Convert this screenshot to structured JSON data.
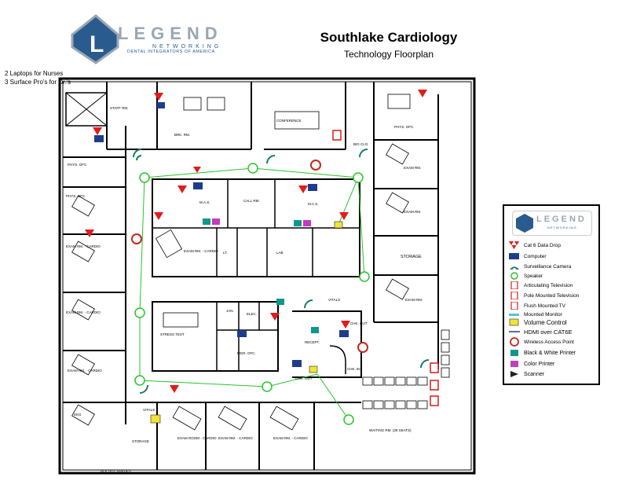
{
  "header": {
    "title": "Southlake Cardiology",
    "subtitle": "Technology Floorplan"
  },
  "logo": {
    "brand": "LEGEND",
    "sub": "NETWORKING",
    "tagline": "DENTAL INTEGRATORS OF AMERICA"
  },
  "notes": [
    "2 Laptops for Nurses",
    "3 Surface Pro's for Dr.'s"
  ],
  "legend": {
    "brand": "LEGEND",
    "sub": "NETWORKING",
    "items": [
      {
        "icon": "data-drop-icon",
        "label": "Cat 6 Data Drop"
      },
      {
        "icon": "computer-icon",
        "label": "Computer"
      },
      {
        "icon": "surveillance-camera-icon",
        "label": "Surveillance Camera"
      },
      {
        "icon": "speaker-icon",
        "label": "Speaker"
      },
      {
        "icon": "articulating-tv-icon",
        "label": "Articulating Television"
      },
      {
        "icon": "pole-mounted-tv-icon",
        "label": "Pole Mounted Television"
      },
      {
        "icon": "flush-mounted-tv-icon",
        "label": "Flush Mounted TV"
      },
      {
        "icon": "mounted-monitor-icon",
        "label": "Mounted Monitor"
      },
      {
        "icon": "volume-control-icon",
        "label": "Volume Control"
      },
      {
        "icon": "hdmi-over-cat6e-icon",
        "label": "HDMI over CAT6E"
      },
      {
        "icon": "wireless-access-point-icon",
        "label": "Wireless Access Point"
      },
      {
        "icon": "bw-printer-icon",
        "label": "Black & White Printer"
      },
      {
        "icon": "color-printer-icon",
        "label": "Color Printer"
      },
      {
        "icon": "scanner-icon",
        "label": "Scanner"
      }
    ]
  },
  "rooms": {
    "staff_rm": "STAFF RM.",
    "brk_rm": "BRK. RM.",
    "conference": "CONFERENCE",
    "phys_ofc_1": "PHYS. OFC.",
    "phys_ofc_2": "PHYS. OFC.",
    "phys_ofc_3": "PHYS. OFC.",
    "big_clo": "BIG CLO.",
    "exam_rm_1": "EXAM RM.",
    "exam_rm_2": "EXAM RM.",
    "storage_1": "STORAGE",
    "exam_rm_3": "EXAM RM.",
    "exam_cardio_1": "EXAM RM. - CARDIO",
    "exam_cardio_2": "EXAM RM. - CARDIO",
    "exam_cardio_3": "EXAM RM. - CARDIO",
    "ekg": "EKG",
    "mas_1": "M.A.S.",
    "mas_2": "M.A.S.",
    "call_rm": "CALL RM.",
    "exam_cardio_center": "EXAM RM. - CARDIO",
    "lt": "LT.",
    "lab": "LAB",
    "stress_test": "STRESS TEST",
    "jan": "JAN.",
    "elec": "ELEC.",
    "mgr_ofc": "MGR. OFC.",
    "recept": "RECEPT.",
    "chk_out_1": "CHK. OUT",
    "chk_out_2": "CHK. OUT",
    "chk_in": "CHK. IN",
    "vitals_1": "VITALS",
    "vitals_2": "VITALS",
    "storage_2": "STORAGE",
    "exam_room_cardio_b1": "EXAM ROOM - CARDIO",
    "exam_rm_cardio_b2": "EXAM RM. - CARDIO",
    "exam_rm_cardio_b3": "EXAM RM. - CARDIO",
    "waiting_rm": "WAITING RM. (28 SEATS)",
    "blk_out": "BLK OUT SHADES"
  },
  "colors": {
    "data_drop": "#e21b1b",
    "computer": "#1e3c8c",
    "camera": "#1a7a6e",
    "speaker": "#2fbf2f",
    "tv": "#d41f1f",
    "monitor": "#4fc3e8",
    "volume": "#f2e33a",
    "hdmi": "#1e3c8c",
    "wap": "#c4281f",
    "printer_bw": "#11978c",
    "printer_color": "#c23cc2",
    "wire_green": "#29c429",
    "logo_blue": "#2a5b8f"
  }
}
